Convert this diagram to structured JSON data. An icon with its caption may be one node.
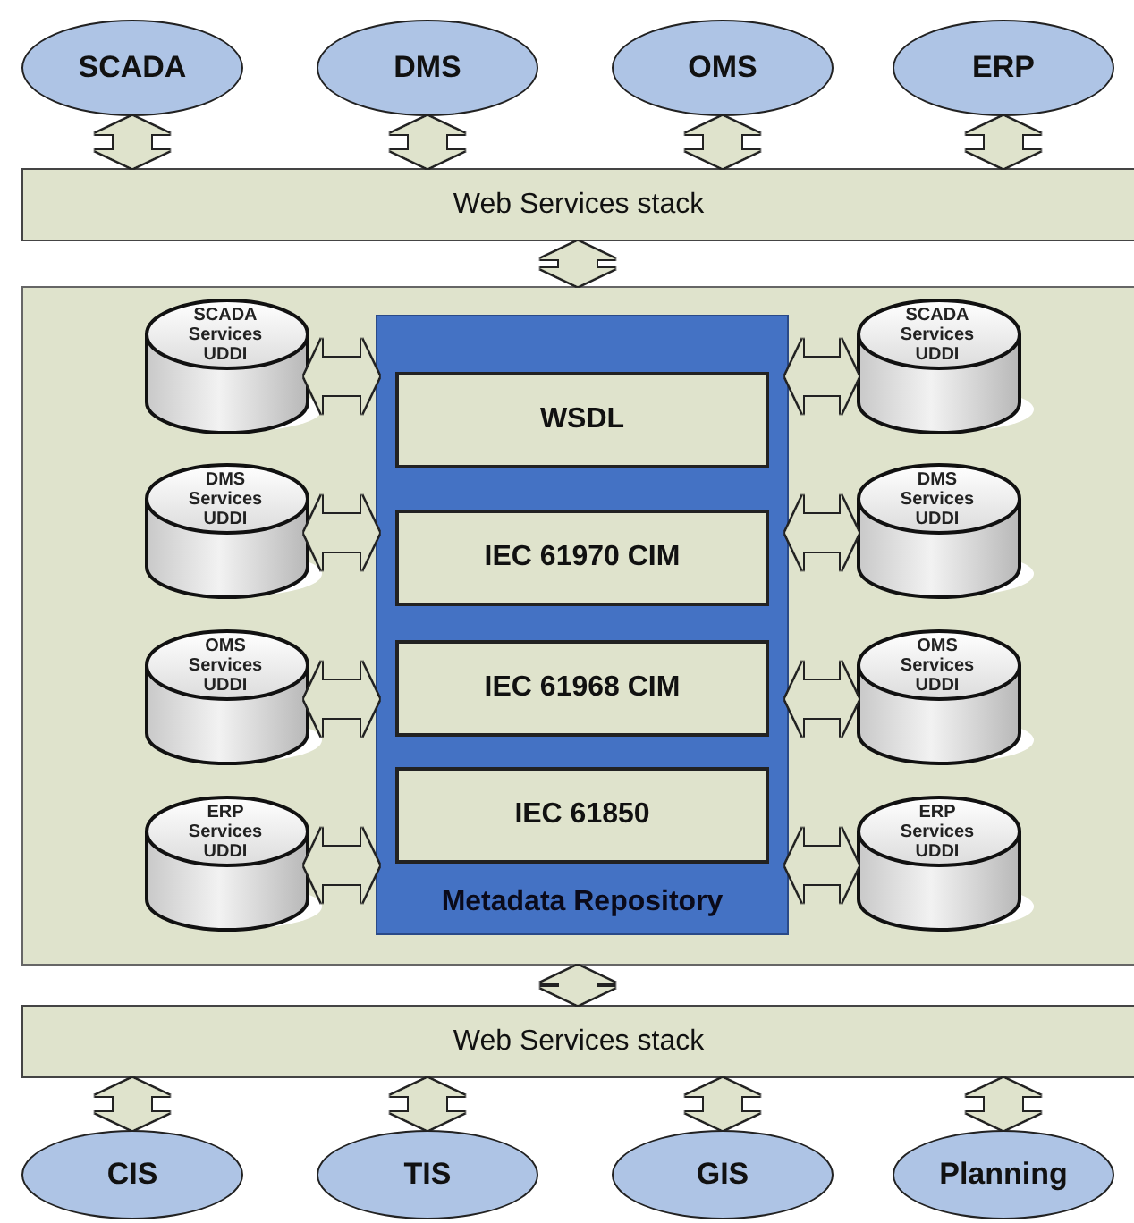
{
  "diagram": {
    "nodes": [
      {
        "text": [
          "SCADA"
        ]
      },
      {
        "text": [
          "DMS"
        ]
      },
      {
        "text": [
          "OMS"
        ]
      },
      {
        "text": [
          "ERP"
        ]
      },
      {
        "text": [
          "Web Services stack"
        ]
      },
      {
        "text": [],
        "shape": "box"
      },
      {
        "text": [
          "Metadata Repository"
        ],
        "in": 5
      },
      {
        "text": [
          "WSDL"
        ],
        "in": 6
      },
      {
        "text": [
          "IEC 61970 CIM"
        ],
        "in": 6
      },
      {
        "text": [
          "IEC 61968 CIM"
        ],
        "in": 6
      },
      {
        "text": [
          "IEC 61850"
        ],
        "in": 6
      },
      {
        "text": [
          "SCADA Services UDDI"
        ],
        "in": 5
      },
      {
        "text": [
          "DMS Services UDDI"
        ],
        "in": 5
      },
      {
        "text": [
          "OMS Services UDDI"
        ],
        "in": 5
      },
      {
        "text": [
          "ERP Services UDDI"
        ],
        "in": 5
      },
      {
        "text": [
          "SCADA Services UDDI"
        ],
        "in": 5
      },
      {
        "text": [
          "DMS Services UDDI"
        ],
        "in": 5
      },
      {
        "text": [
          "OMS Services UDDI"
        ],
        "in": 5
      },
      {
        "text": [
          "ERP Services UDDI"
        ],
        "in": 5
      },
      {
        "text": [
          "Web Services stack"
        ]
      },
      {
        "text": [
          "CIS"
        ]
      },
      {
        "text": [
          "TIS"
        ]
      },
      {
        "text": [
          "GIS"
        ]
      },
      {
        "text": [
          "Planning"
        ]
      }
    ],
    "edges": [
      {
        "from": 0,
        "to": 4,
        "arrow": "both"
      },
      {
        "from": 1,
        "to": 4,
        "arrow": "both"
      },
      {
        "from": 2,
        "to": 4,
        "arrow": "both"
      },
      {
        "from": 3,
        "to": 4,
        "arrow": "both"
      },
      {
        "from": 4,
        "to": 5,
        "arrow": "both"
      },
      {
        "from": 11,
        "to": 6,
        "arrow": "both"
      },
      {
        "from": 12,
        "to": 6,
        "arrow": "both"
      },
      {
        "from": 13,
        "to": 6,
        "arrow": "both"
      },
      {
        "from": 14,
        "to": 6,
        "arrow": "both"
      },
      {
        "from": 6,
        "to": 15,
        "arrow": "both"
      },
      {
        "from": 6,
        "to": 16,
        "arrow": "both"
      },
      {
        "from": 6,
        "to": 17,
        "arrow": "both"
      },
      {
        "from": 6,
        "to": 18,
        "arrow": "both"
      },
      {
        "from": 5,
        "to": 19,
        "arrow": "both"
      },
      {
        "from": 19,
        "to": 20,
        "arrow": "both"
      },
      {
        "from": 19,
        "to": 21,
        "arrow": "both"
      },
      {
        "from": 19,
        "to": 22,
        "arrow": "both"
      },
      {
        "from": 19,
        "to": 23,
        "arrow": "both"
      }
    ]
  }
}
